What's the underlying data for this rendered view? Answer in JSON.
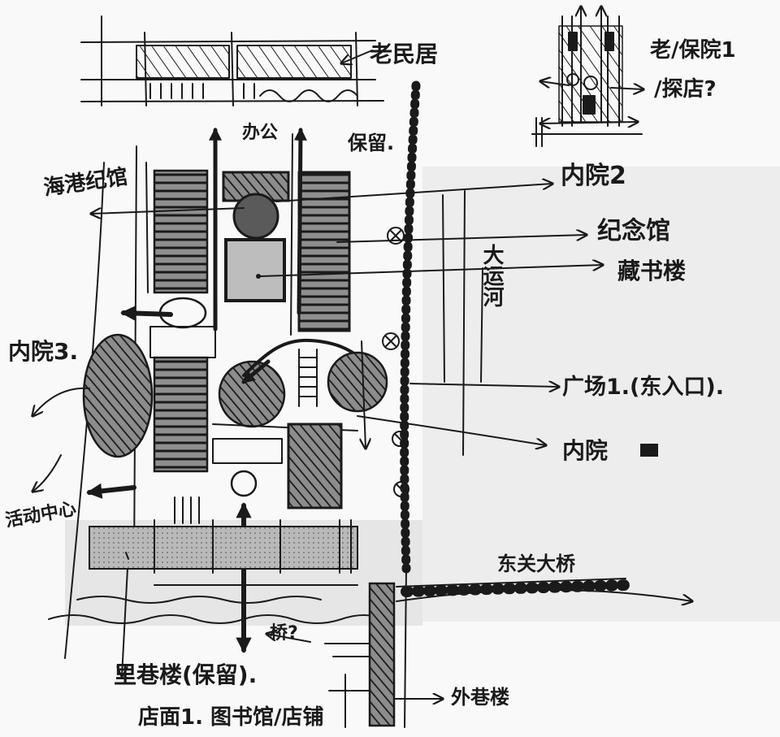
{
  "labels": {
    "old_residence": "老民居",
    "top_right_line1": "老/保院1",
    "top_right_line2": "/探店?",
    "office": "办公",
    "preserve": "保留.",
    "memorial_left": "海港纪馆",
    "inner_court_2": "内院2",
    "memorial_hall": "纪念馆",
    "library": "藏书楼",
    "grand_canal": "大运河",
    "inner_court_3": "内院3.",
    "plaza_1": "广场1.(东入口).",
    "inner_court": "内院",
    "activity_center": "活动中心",
    "dongguan_bridge": "东关大桥",
    "bridge_question": "桥?",
    "inner_lane_building": "里巷楼(保留).",
    "shops_line": "店面1. 图书馆/店铺",
    "outer_lane_building": "外巷楼"
  },
  "colors": {
    "ink": "#1a1a1a",
    "paper": "#f9f9f9",
    "shade": "#9a9a9a",
    "wash": "#ececec"
  }
}
